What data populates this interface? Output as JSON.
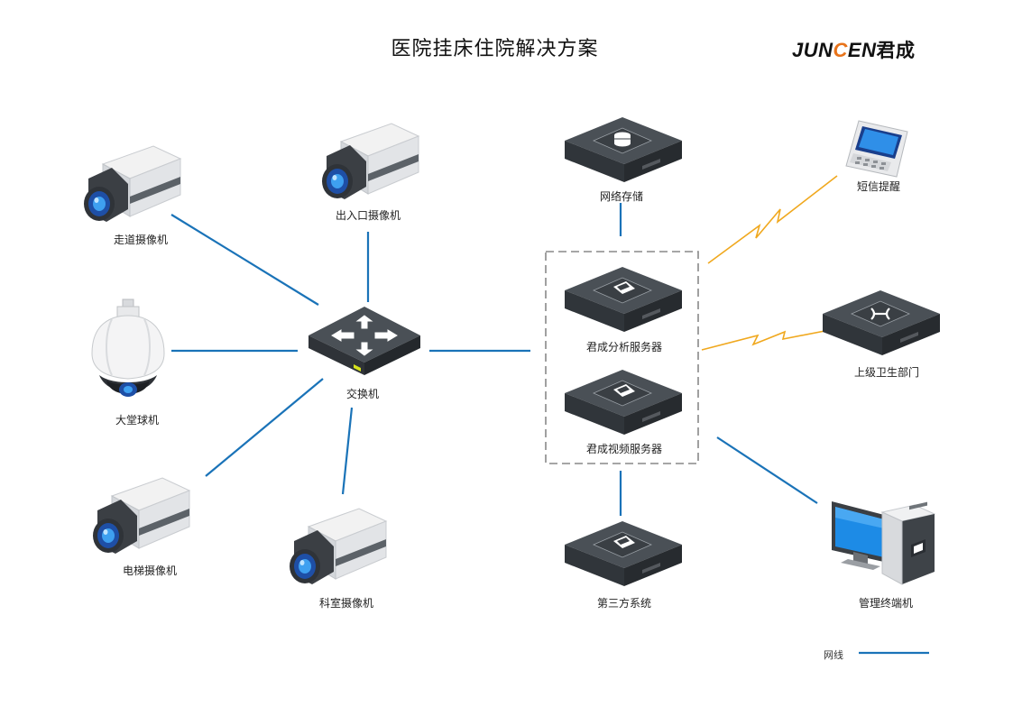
{
  "title": "医院挂床住院解决方案",
  "logo": {
    "latin_1": "JUN",
    "latin_accent": "C",
    "latin_2": "EN",
    "chinese": "君成"
  },
  "colors": {
    "network_line": "#1a73b8",
    "wireless": "#f0a81e",
    "brand_accent": "#e8731a"
  },
  "devices": {
    "corridor_camera": "走道摄像机",
    "entrance_camera": "出入口摄像机",
    "lobby_dome": "大堂球机",
    "switch": "交换机",
    "elevator_camera": "电梯摄像机",
    "department_camera": "科室摄像机",
    "network_storage": "网络存储",
    "analysis_server": "君成分析服务器",
    "video_server": "君成视频服务器",
    "third_party": "第三方系统",
    "sms_alert": "短信提醒",
    "health_dept": "上级卫生部门",
    "terminal": "管理终端机"
  },
  "legend": {
    "network_line": "网线"
  }
}
